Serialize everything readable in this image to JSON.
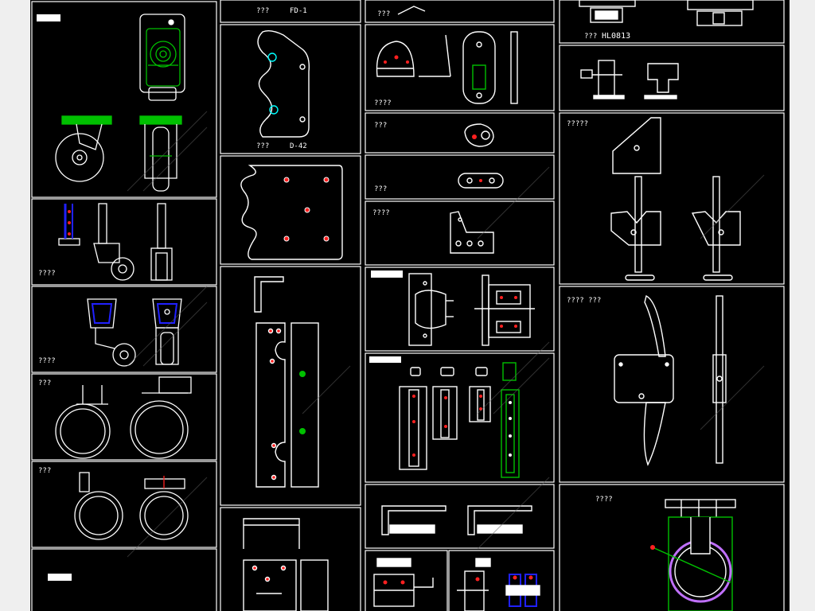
{
  "colors": {
    "background": "#000000",
    "frame": "#efefef",
    "line": "#ffffff",
    "green": "#00c000",
    "cyan": "#00ffff",
    "red": "#ff2020",
    "blue": "#2020ff",
    "purple": "#c070ff",
    "watermark": "#606060"
  },
  "labels": {
    "caster_1": "????",
    "caster_2": "????",
    "caster_3": "???",
    "caster_4": "???",
    "plate_label": "???",
    "plate_code": "FD-1",
    "plate_label_2": "???",
    "plate_code_2": "D-42",
    "hinge_top": "???",
    "hinge_1": "????",
    "hinge_2": "???",
    "hinge_3": "???",
    "hinge_4": "????",
    "hinge_code_label": "???",
    "hinge_code": "HL0813",
    "bracket_label": "?????",
    "bracket_label_2": "???? ???",
    "wheel_label": "????"
  }
}
